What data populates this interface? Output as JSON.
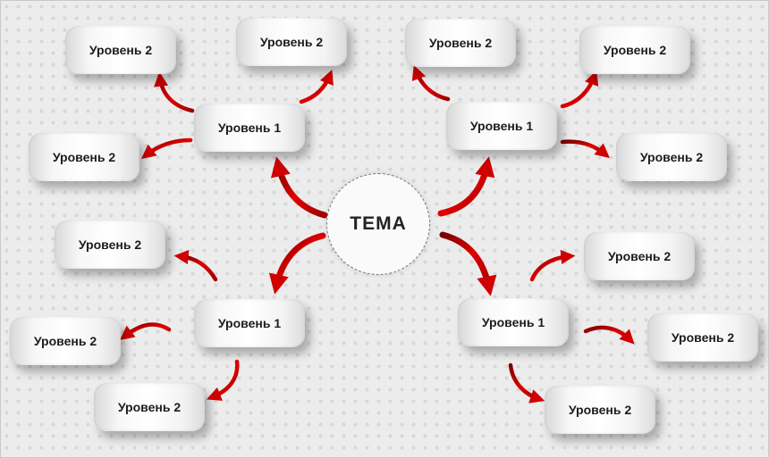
{
  "diagram": {
    "center": {
      "label": "ТЕМА"
    },
    "level1": [
      {
        "label": "Уровень 1",
        "children": [
          "Уровень 2",
          "Уровень 2",
          "Уровень 2"
        ]
      },
      {
        "label": "Уровень 1",
        "children": [
          "Уровень 2",
          "Уровень 2",
          "Уровень 2"
        ]
      },
      {
        "label": "Уровень 1",
        "children": [
          "Уровень 2",
          "Уровень 2",
          "Уровень 2"
        ]
      },
      {
        "label": "Уровень 1",
        "children": [
          "Уровень 2",
          "Уровень 2",
          "Уровень 2"
        ]
      }
    ]
  },
  "colors": {
    "arrow": "#d10000",
    "arrow_dark": "#7a0000",
    "background": "#ececec"
  }
}
